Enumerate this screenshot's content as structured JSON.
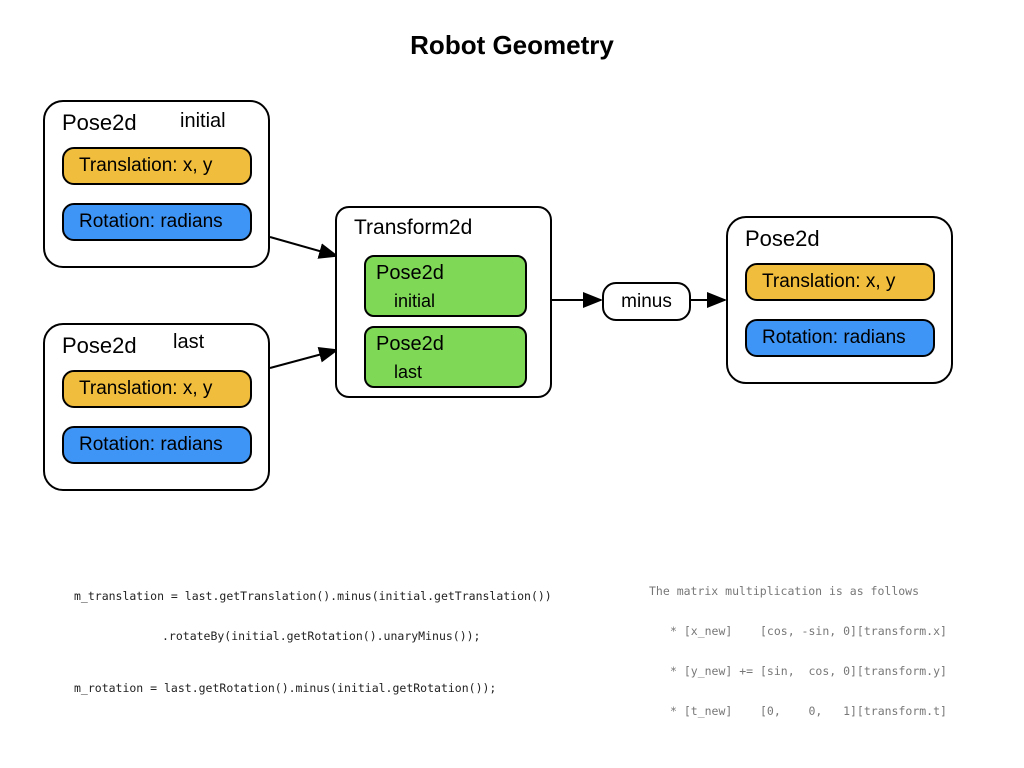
{
  "title": "Robot Geometry",
  "pose_initial": {
    "label": "Pose2d",
    "name": "initial",
    "translation": "Translation: x, y",
    "rotation": "Rotation: radians"
  },
  "pose_last": {
    "label": "Pose2d",
    "name": "last",
    "translation": "Translation: x, y",
    "rotation": "Rotation: radians"
  },
  "transform": {
    "label": "Transform2d",
    "pose_a": {
      "label": "Pose2d",
      "name": "initial"
    },
    "pose_b": {
      "label": "Pose2d",
      "name": "last"
    }
  },
  "minus_op": "minus",
  "pose_result": {
    "label": "Pose2d",
    "translation": "Translation: x, y",
    "rotation": "Rotation: radians"
  },
  "code": {
    "line1": "m_translation = last.getTranslation().minus(initial.getTranslation())",
    "line2": ".rotateBy(initial.getRotation().unaryMinus());",
    "line3": "m_rotation = last.getRotation().minus(initial.getRotation());"
  },
  "matrix_note": {
    "heading": "The matrix multiplication is as follows",
    "row1": "* [x_new]    [cos, -sin, 0][transform.x]",
    "row2": "* [y_new] += [sin,  cos, 0][transform.y]",
    "row3": "* [t_new]    [0,    0,   1][transform.t]"
  },
  "colors": {
    "translation_fill": "#f1bd3c",
    "rotation_fill": "#3f95f6",
    "pose_in_transform_fill": "#7fd957"
  }
}
